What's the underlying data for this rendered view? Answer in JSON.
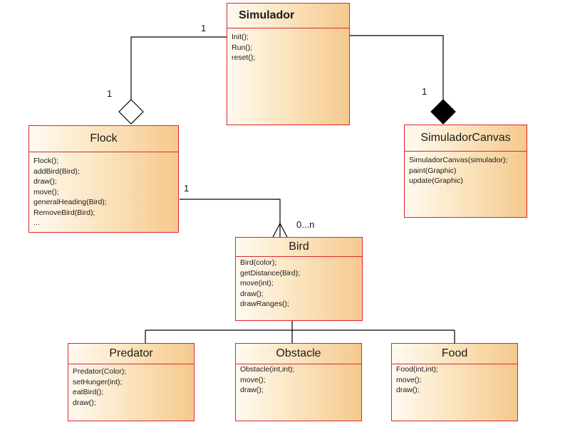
{
  "classes": {
    "simulador": {
      "name": "Simulador",
      "methods": [
        "Init();",
        "Run();",
        "reset();"
      ]
    },
    "flock": {
      "name": "Flock",
      "methods": [
        "Flock();",
        "addBird(Bird);",
        "draw();",
        "move();",
        "generalHeading(Bird);",
        "RemoveBird(Bird);",
        "..."
      ]
    },
    "canvas": {
      "name": "SimuladorCanvas",
      "methods": [
        "SimuladorCanvas(simulador);",
        "paint(Graphic)",
        "update(Graphic)"
      ]
    },
    "bird": {
      "name": "Bird",
      "methods": [
        "Bird(color);",
        "getDistance(Bird);",
        "move(int);",
        "draw();",
        "drawRanges();"
      ]
    },
    "predator": {
      "name": "Predator",
      "methods": [
        "Predator(Color);",
        "setHunger(int);",
        "eatBird();",
        "draw();"
      ]
    },
    "obstacle": {
      "name": "Obstacle",
      "methods": [
        "Obstacle(int,int);",
        "move();",
        "draw();"
      ]
    },
    "food": {
      "name": "Food",
      "methods": [
        "Food(int,int);",
        "move();",
        "draw();"
      ]
    }
  },
  "multiplicities": {
    "sim_flock_near_sim": "1",
    "sim_flock_near_flock": "1",
    "sim_canvas_near_canvas": "1",
    "flock_bird_near_flock": "1",
    "flock_bird_near_bird": "0...n"
  },
  "colors": {
    "class_border": "#e2232e",
    "gradient_light": "#fffaf1",
    "gradient_dark": "#f5c98d",
    "line": "#000000"
  }
}
